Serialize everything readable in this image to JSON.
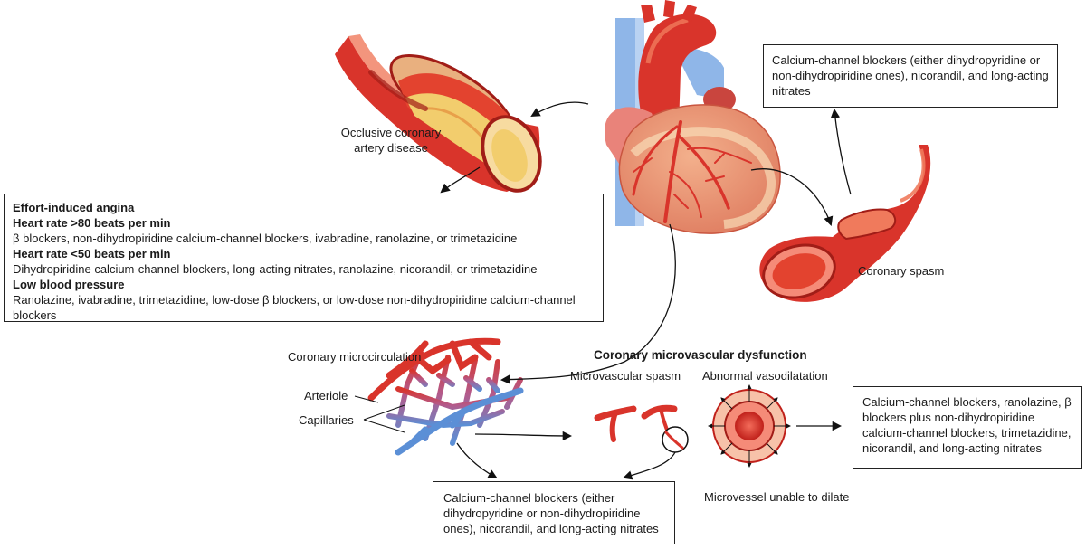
{
  "colors": {
    "artery_red": "#d9342b",
    "artery_dark": "#a11d17",
    "artery_light": "#f07a5c",
    "plaque_yellow": "#f2cd6d",
    "vein_blue": "#5b8fd6",
    "pericardium": "#f6c7a6",
    "box_border": "#222222"
  },
  "labels": {
    "occlusive": "Occlusive coronary artery disease",
    "coronary_spasm": "Coronary spasm",
    "microcirculation": "Coronary microcirculation",
    "arteriole": "Arteriole",
    "capillaries": "Capillaries",
    "cmd_title": "Coronary microvascular dysfunction",
    "microvascular_spasm": "Microvascular spasm",
    "abnormal_vasodilatation": "Abnormal vasodilatation",
    "unable_to_dilate": "Microvessel unable to dilate"
  },
  "boxes": {
    "spasm_treatment": "Calcium-channel blockers (either dihydropyridine or non-dihydropiridine ones), nicorandil, and long-acting nitrates",
    "effort_angina": {
      "title": "Effort-induced angina",
      "hr_high_title": "Heart rate >80 beats per min",
      "hr_high_text": "β blockers, non-dihydropiridine calcium-channel blockers, ivabradine, ranolazine, or trimetazidine",
      "hr_low_title": "Heart rate <50 beats per min",
      "hr_low_text": "Dihydropiridine calcium-channel blockers, long-acting nitrates, ranolazine, nicorandil, or trimetazidine",
      "bp_title": "Low blood pressure",
      "bp_text": "Ranolazine, ivabradine, trimetazidine, low-dose β blockers, or low-dose non-dihydropiridine calcium-channel blockers"
    },
    "microvascular_spasm_treatment": "Calcium-channel blockers (either dihydropyridine or non-dihydropiridine ones), nicorandil, and long-acting nitrates",
    "vasodilatation_treatment": "Calcium-channel blockers, ranolazine, β blockers plus non-dihydropiridine calcium-channel blockers, trimetazidine, nicorandil, and long-acting nitrates"
  }
}
